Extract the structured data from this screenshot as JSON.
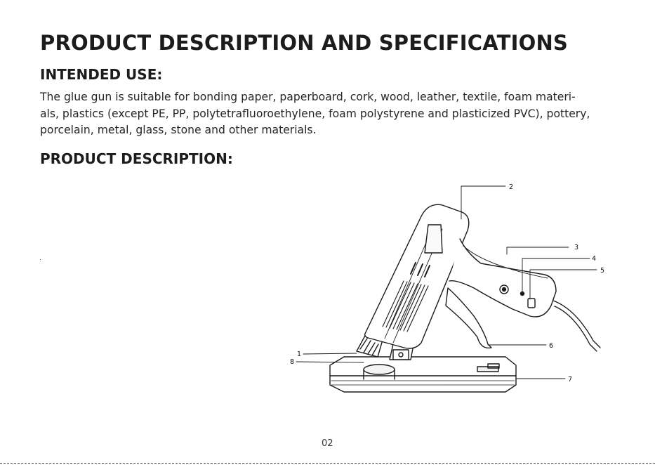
{
  "document": {
    "title": "PRODUCT DESCRIPTION AND SPECIFICATIONS",
    "intended_use": {
      "heading": "INTENDED USE:",
      "lines": [
        "The glue gun is suitable for bonding paper, paperboard, cork, wood, leather, textile, foam materi-",
        "als, plastics (except PE, PP, polytetrafluoroethylene, foam polystyrene and plasticized PVC), pottery,",
        "porcelain, metal, glass, stone and other materials."
      ]
    },
    "product_description": {
      "heading": "PRODUCT  DESCRIPTION:"
    },
    "diagram": {
      "callouts": [
        "1",
        "2",
        "3",
        "4",
        "5",
        "6",
        "7",
        "8"
      ]
    },
    "page_number": "02"
  }
}
